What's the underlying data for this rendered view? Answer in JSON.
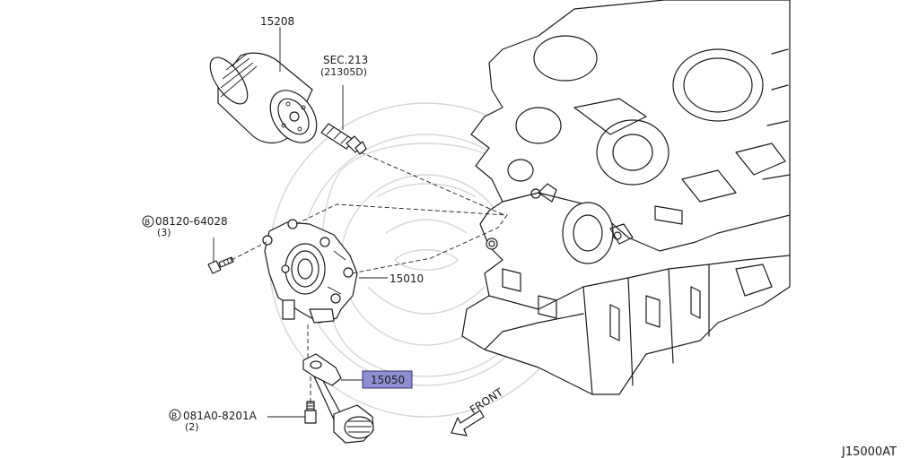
{
  "callouts": {
    "oil_filter": "15208",
    "sec_ref": "SEC.213",
    "sec_ref_sub": "(21305D)",
    "bolt_upper_symbol": "B",
    "bolt_upper": "08120-64028",
    "bolt_upper_qty": "(3)",
    "oil_pump": "15010",
    "strainer_selected": "15050",
    "bolt_lower_symbol": "B",
    "bolt_lower": "081A0-8201A",
    "bolt_lower_qty": "(2)",
    "front_arrow": "FRONT"
  },
  "footer": {
    "diagram_code": "J15000AT"
  },
  "colors": {
    "highlight_fill": "#8f8fd0",
    "highlight_border": "#30307a",
    "line": "#1a1a1a",
    "watermark": "#d6d6d6"
  }
}
